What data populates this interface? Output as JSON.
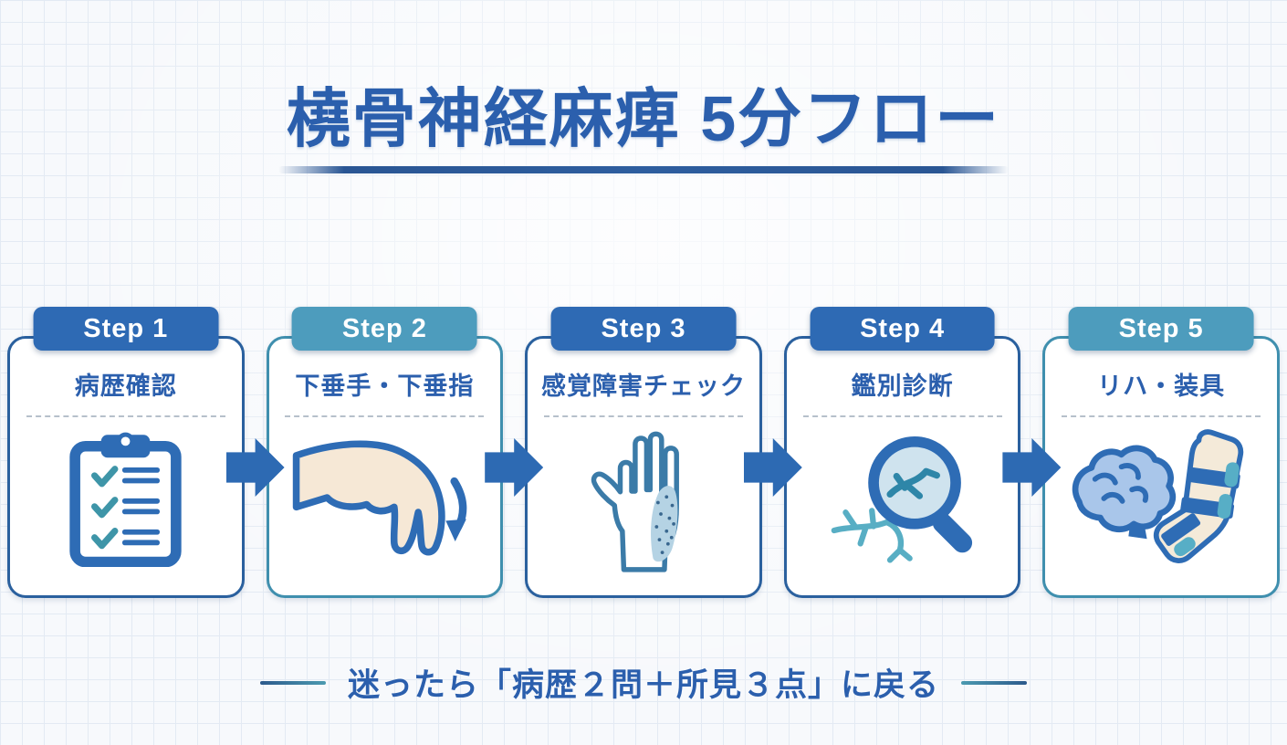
{
  "title": "橈骨神経麻痺 5分フロー",
  "steps": [
    {
      "badge": "Step 1",
      "label": "病歴確認",
      "icon": "clipboard-checklist",
      "accent": "#2e6ab4"
    },
    {
      "badge": "Step 2",
      "label": "下垂手・下垂指",
      "icon": "drop-hand",
      "accent": "#4d9cbd"
    },
    {
      "badge": "Step 3",
      "label": "感覚障害チェック",
      "icon": "sensory-area-hand",
      "accent": "#2e6ab4"
    },
    {
      "badge": "Step 4",
      "label": "鑑別診断",
      "icon": "magnifier-nerve",
      "accent": "#2e6ab4"
    },
    {
      "badge": "Step 5",
      "label": "リハ・装具",
      "icon": "brain-and-splint",
      "accent": "#4d9cbd"
    }
  ],
  "footer": {
    "note": "迷ったら「病歴２問＋所見３点」に戻る"
  },
  "colors": {
    "title_text": "#2b5fad",
    "accent_blue": "#2e6ab4",
    "accent_teal": "#4d9cbd",
    "card_border_blue": "#2a609e",
    "card_border_teal": "#3f8fae",
    "label_text": "#2b5fad",
    "arrow": "#2d6ab3",
    "check_teal": "#3e95a8",
    "skin": "#f6e8d6",
    "shade_blue": "#b5d3e4",
    "background": "#f7f9fc",
    "grid_line": "#e3eaf3"
  }
}
